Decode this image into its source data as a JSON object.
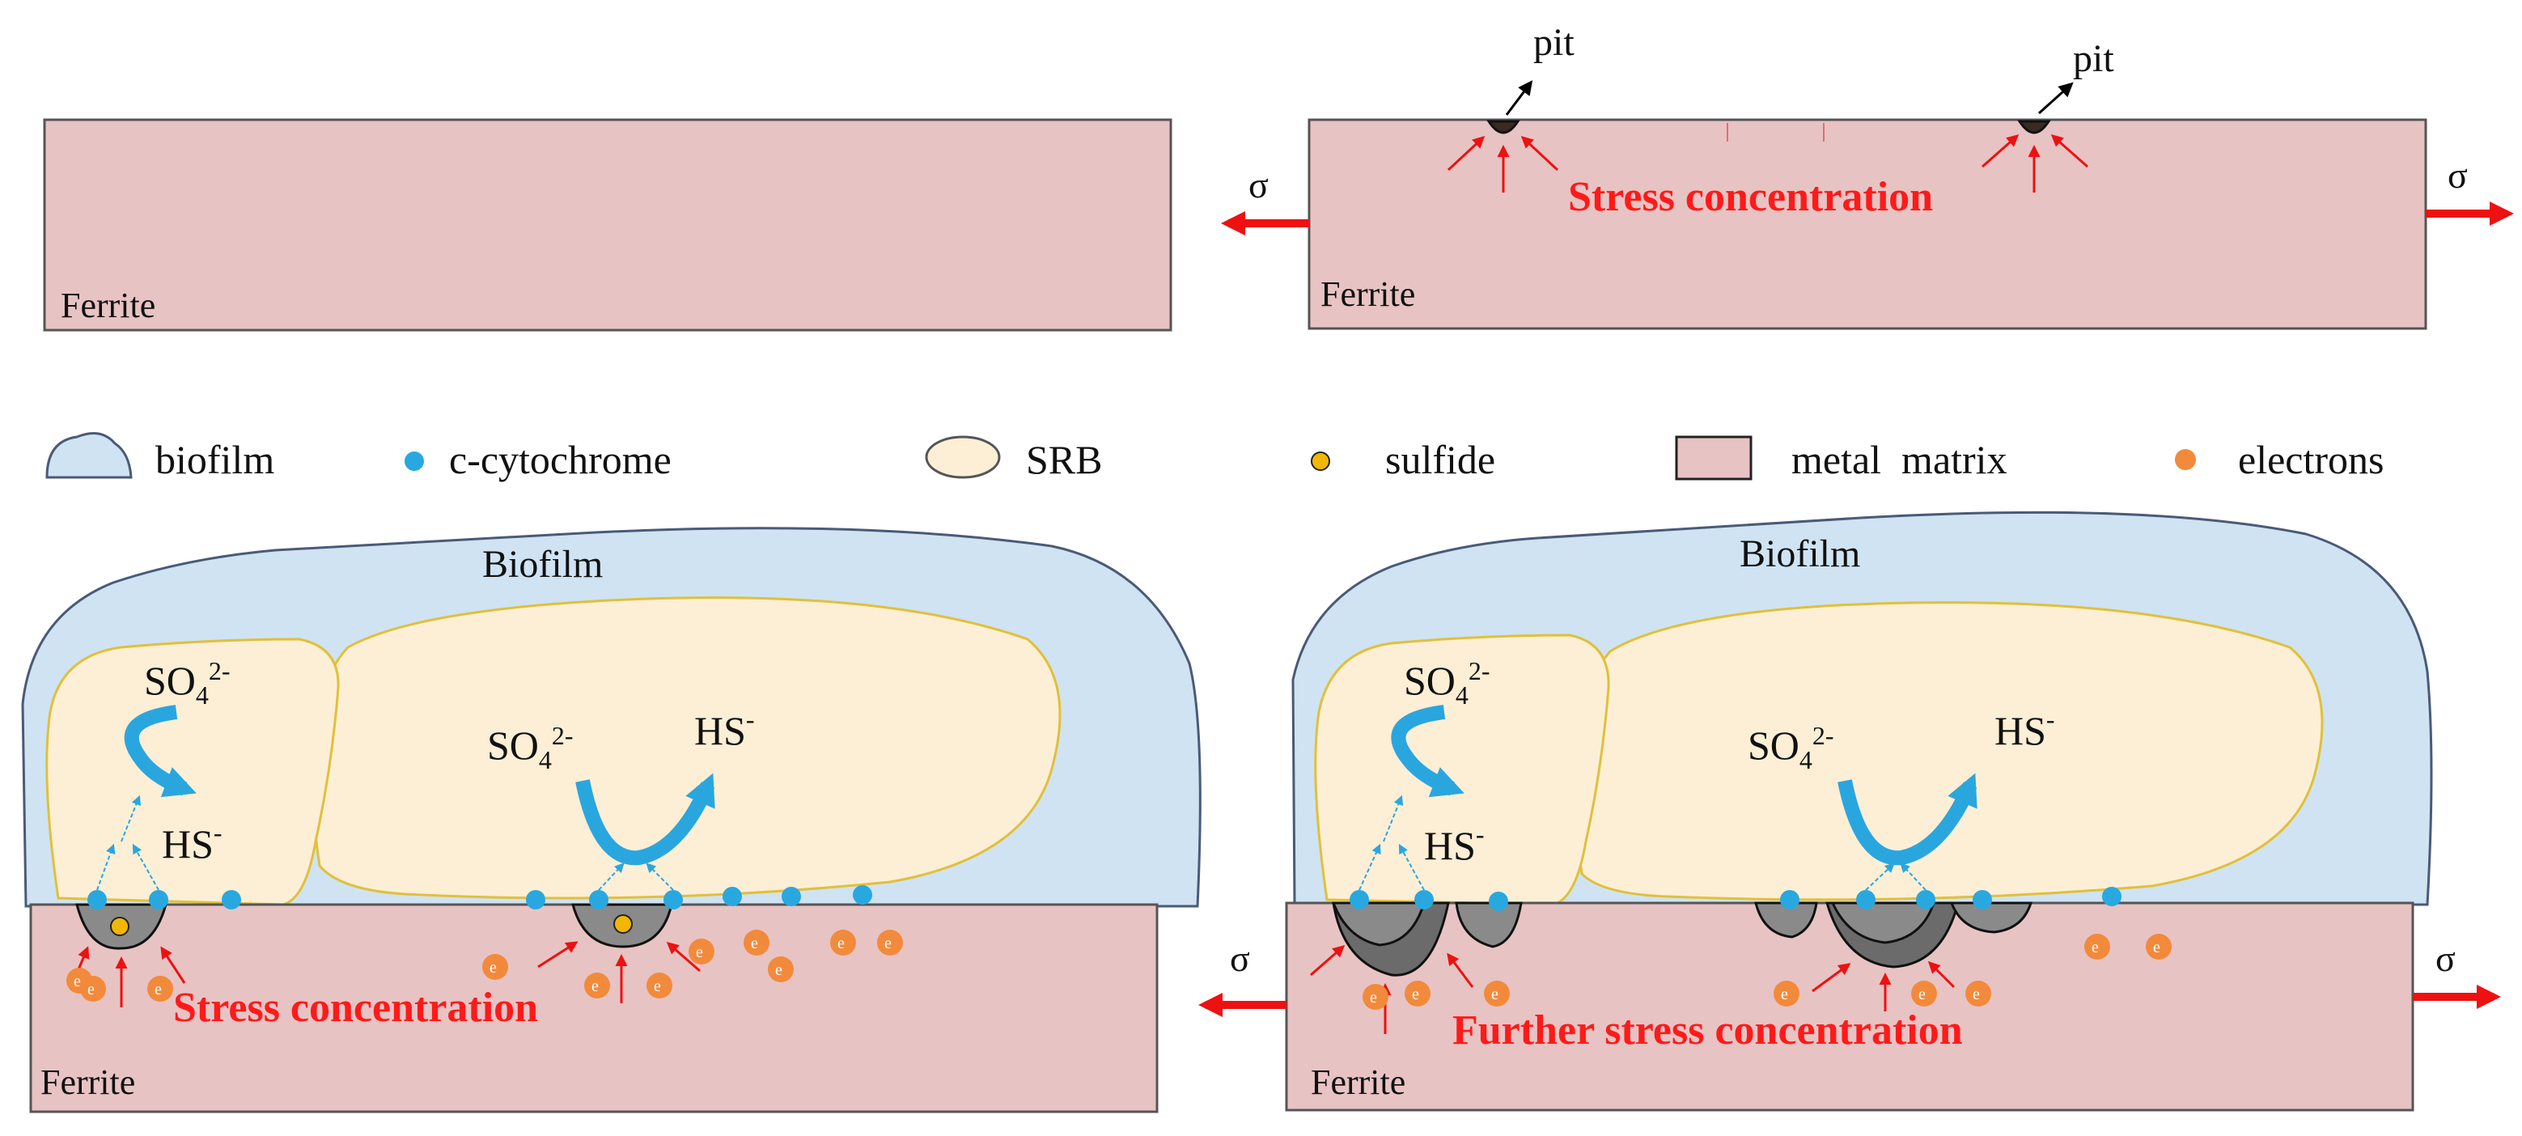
{
  "colors": {
    "metal": "#e8c3c3",
    "metal_stroke": "#555555",
    "biofilm": "#cfe3f3",
    "biofilm_stroke": "#4a5a78",
    "srb": "#fcefd6",
    "srb_stroke": "#e1c03a",
    "cytochrome": "#29a8e0",
    "sulfide": "#f2b705",
    "electron": "#f28a3c",
    "arrow_red": "#ee1111",
    "arrow_blue": "#2aa6df",
    "pit_fill": "#6b6b6b",
    "text_red": "#ff1a1a"
  },
  "top_left": {
    "ferrite_label": "Ferrite"
  },
  "top_right": {
    "ferrite_label": "Ferrite",
    "pit_label_1": "pit",
    "pit_label_2": "pit",
    "stress_label": "Stress concentration",
    "sigma_left": "σ",
    "sigma_right": "σ"
  },
  "legend": {
    "biofilm": "biofilm",
    "c_cytochrome": "c-cytochrome",
    "srb": "SRB",
    "sulfide": "sulfide",
    "metal_matrix": "metal  matrix",
    "electrons": "electrons"
  },
  "bottom_left": {
    "biofilm_label": "Biofilm",
    "so4_small_base": "SO",
    "so4_small_sub": "4",
    "so4_small_sup": "2-",
    "hs_small_base": "HS",
    "hs_small_sup": "-",
    "so4_big_base": "SO",
    "so4_big_sub": "4",
    "so4_big_sup": "2-",
    "hs_big_base": "HS",
    "hs_big_sup": "-",
    "stress_label": "Stress concentration",
    "ferrite_label": "Ferrite",
    "electron_symbol": "e"
  },
  "bottom_right": {
    "biofilm_label": "Biofilm",
    "so4_small_base": "SO",
    "so4_small_sub": "4",
    "so4_small_sup": "2-",
    "hs_small_base": "HS",
    "hs_small_sup": "-",
    "so4_big_base": "SO",
    "so4_big_sub": "4",
    "so4_big_sup": "2-",
    "hs_big_base": "HS",
    "hs_big_sup": "-",
    "stress_label": "Further stress concentration",
    "ferrite_label": "Ferrite",
    "sigma_left": "σ",
    "sigma_right": "σ",
    "electron_symbol": "e"
  }
}
